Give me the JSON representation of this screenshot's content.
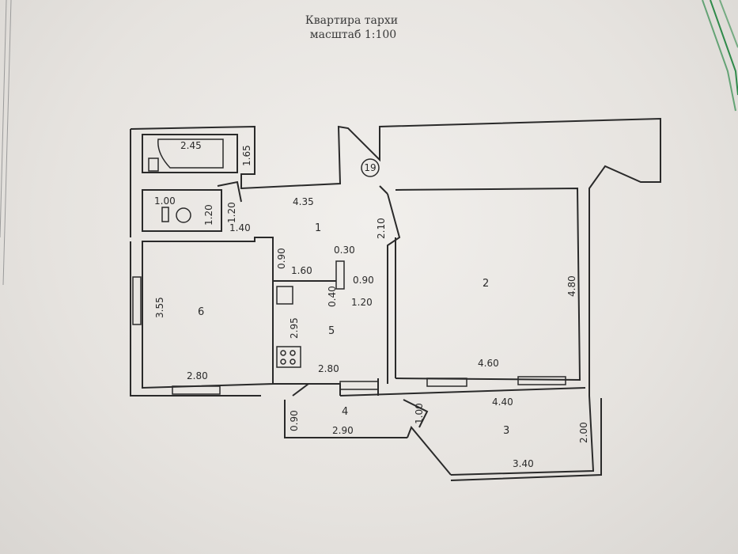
{
  "header": {
    "title": "Квартира тархи",
    "scale": "масштаб 1:100"
  },
  "marker": "19",
  "rooms": [
    "1",
    "2",
    "3",
    "4",
    "5",
    "6"
  ],
  "dimensions": {
    "bath_tub": "2.45",
    "bath_height": "1.65",
    "wc_width": "1.00",
    "wc_d1": "1.20",
    "wc_d2": "1.20",
    "hall_top": "4.35",
    "hall_left": "1.40",
    "hall_right": "2.10",
    "kitchen_v1": "0.90",
    "kitchen_top": "1.60",
    "niche_w": "0.30",
    "niche_h": "0.40",
    "kitchen_r1": "0.90",
    "kitchen_r2": "1.20",
    "kitchen_height": "2.95",
    "kitchen_bottom": "2.80",
    "room6_height": "3.55",
    "room6_bottom": "2.80",
    "room2_height": "4.80",
    "room2_bottom": "4.60",
    "balc4_height": "0.90",
    "balc4_bottom": "2.90",
    "balc_mid": "1.00",
    "balc3_top": "4.40",
    "balc3_height": "2.00",
    "balc3_bottom": "3.40"
  },
  "colors": {
    "paper": "#e9e6e2",
    "ink": "#2a2a2a",
    "border_green": "#2f8a4a"
  }
}
